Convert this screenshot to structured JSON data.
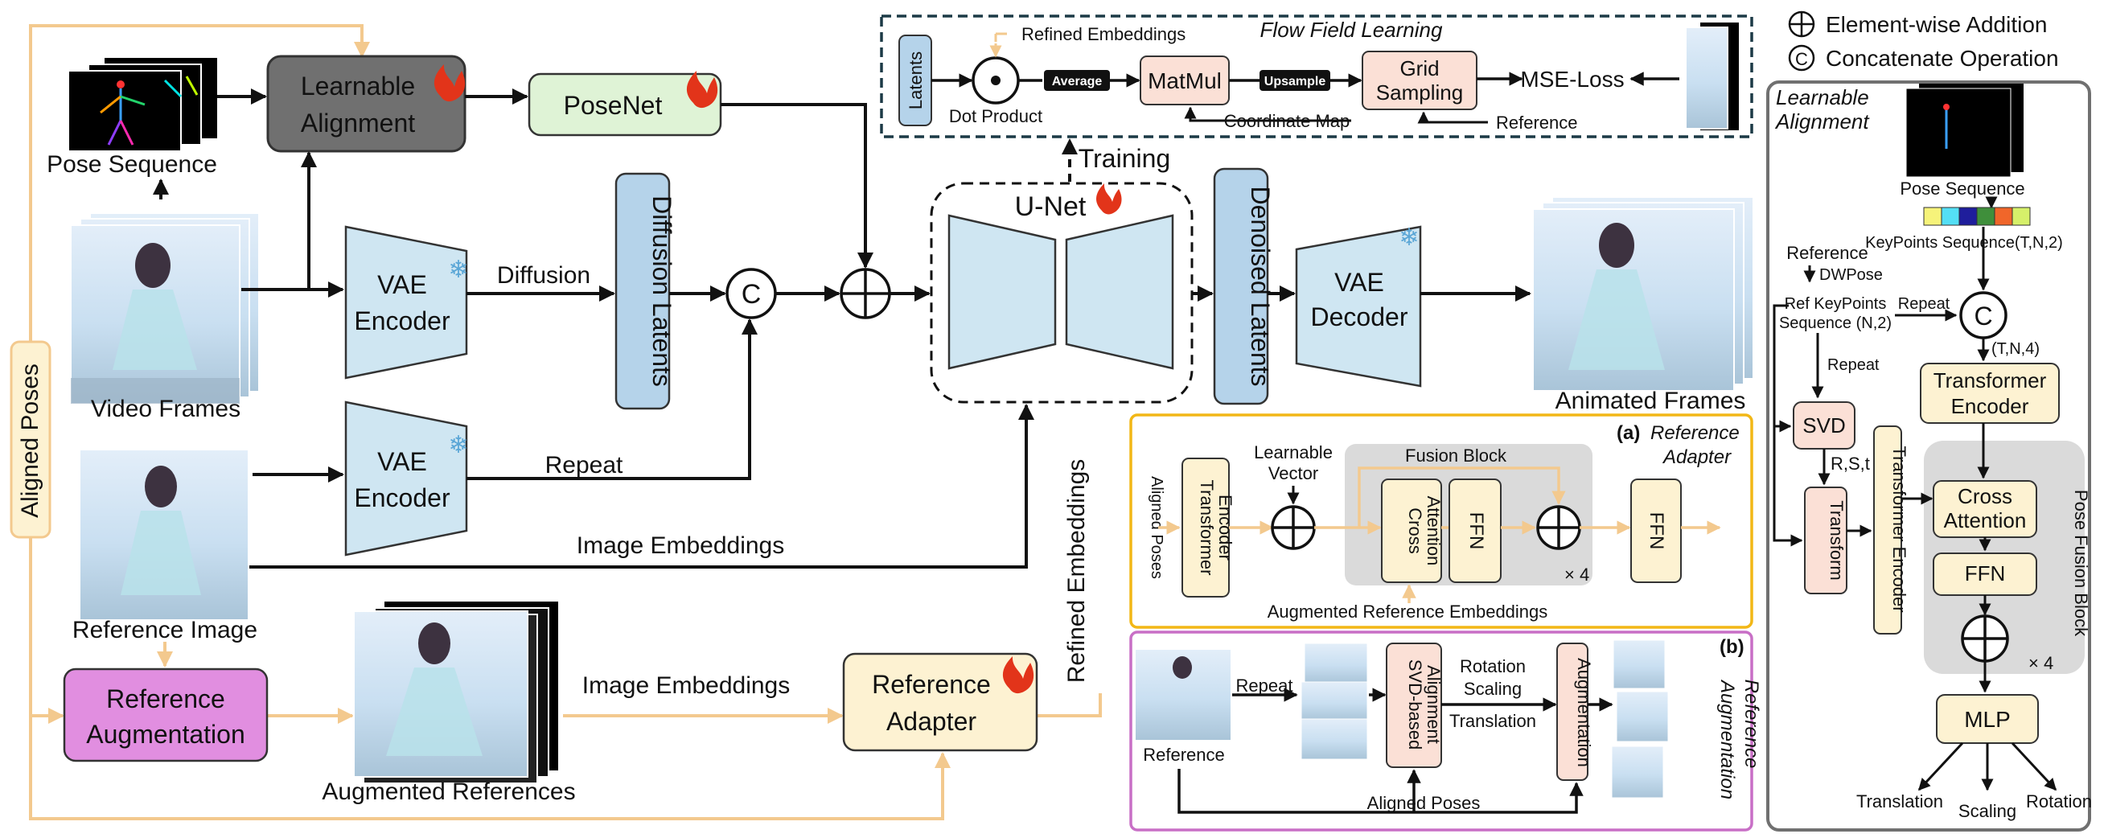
{
  "legend": {
    "element_wise_addition": "Element-wise Addition",
    "concatenate_operation": "Concatenate Operation"
  },
  "colors": {
    "orange_line": "#f3c98e",
    "blue_block": "#cfe6f2",
    "latents_block": "#b5d3ea",
    "green_block": "#dff3d6",
    "gray_block": "#707070",
    "pink_block": "#e18ee0",
    "cream_block": "#fdf2d2",
    "salmon_block": "#fbe0d6",
    "fusion_gray": "#dadada",
    "yellow_border": "#f2b716",
    "magenta_border": "#c86fc6",
    "flame": "#e2341a",
    "snow": "#5aa6d6"
  },
  "main": {
    "aligned_poses": "Aligned Poses",
    "pose_sequence": "Pose Sequence",
    "learnable_alignment": [
      "Learnable",
      "Alignment"
    ],
    "posenet": "PoseNet",
    "video_frames": "Video Frames",
    "vae_encoder": [
      "VAE",
      "Encoder"
    ],
    "diffusion": "Diffusion",
    "diffusion_latents": "Diffusion Latents",
    "concat_symbol": "C",
    "repeat": "Repeat",
    "image_embeddings": "Image Embeddings",
    "reference_image": "Reference Image",
    "reference_augmentation": [
      "Reference",
      "Augmentation"
    ],
    "augmented_references": "Augmented References",
    "reference_adapter": [
      "Reference",
      "Adapter"
    ],
    "refined_embeddings": "Refined Embeddings",
    "unet": "U-Net",
    "training": "Training",
    "denoised_latents": "Denoised Latents",
    "vae_decoder": [
      "VAE",
      "Decoder"
    ],
    "animated_frames": "Animated Frames"
  },
  "flow": {
    "title": "Flow Field Learning",
    "latents": "Latents",
    "refined_embeddings": "Refined Embeddings",
    "dot_product": "Dot Product",
    "average": "Average",
    "matmul": "MatMul",
    "upsample": "Upsample",
    "coordinate_map": "Coordinate Map",
    "grid_sampling": [
      "Grid",
      "Sampling"
    ],
    "reference": "Reference",
    "mse_loss": "MSE-Loss"
  },
  "panel_a": {
    "label": "(a)",
    "title": [
      "Reference",
      "Adapter"
    ],
    "aligned_poses": "Aligned Poses",
    "transformer_encoder": [
      "Transformer",
      "Encoder"
    ],
    "learnable_vector": [
      "Learnable",
      "Vector"
    ],
    "fusion_block": "Fusion Block",
    "cross_attention": [
      "Cross",
      "Attention"
    ],
    "ffn": "FFN",
    "times4": "× 4",
    "augmented_reference_embeddings": "Augmented Reference Embeddings"
  },
  "panel_b": {
    "label": "(b)",
    "title": [
      "Reference",
      "Augmentation"
    ],
    "reference": "Reference",
    "repeat": "Repeat",
    "svd_alignment": [
      "SVD-based",
      "Alignment"
    ],
    "rotation": "Rotation",
    "scaling": "Scaling",
    "translation": "Translation",
    "augmentation": "Augmentation",
    "aligned_poses": "Aligned Poses"
  },
  "right_panel": {
    "title": [
      "Learnable",
      "Alignment"
    ],
    "pose_sequence": "Pose Sequence",
    "keypoints_sequence": "KeyPoints Sequence(T,N,2)",
    "reference": "Reference",
    "dwpose": "DWPose",
    "ref_keypoints": [
      "Ref KeyPoints",
      "Sequence (N,2)"
    ],
    "repeat_1": "Repeat",
    "repeat_2": "Repeat",
    "tn4": "(T,N,4)",
    "transformer_encoder": [
      "Transformer",
      "Encoder"
    ],
    "svd": "SVD",
    "rst": "R,S,t",
    "transform": "Transform",
    "transformer_encoder_vertical": "Transformer Encoder",
    "cross_attention": [
      "Cross",
      "Attention"
    ],
    "ffn": "FFN",
    "times4": "× 4",
    "pose_fusion_block": "Pose Fusion Block",
    "mlp": "MLP",
    "translation": "Translation",
    "scaling": "Scaling",
    "rotation": "Rotation",
    "keypoint_colors": [
      "#f6f37a",
      "#54dff5",
      "#1f1e9c",
      "#3f8f3b",
      "#f0662a",
      "#d6f06a"
    ]
  }
}
